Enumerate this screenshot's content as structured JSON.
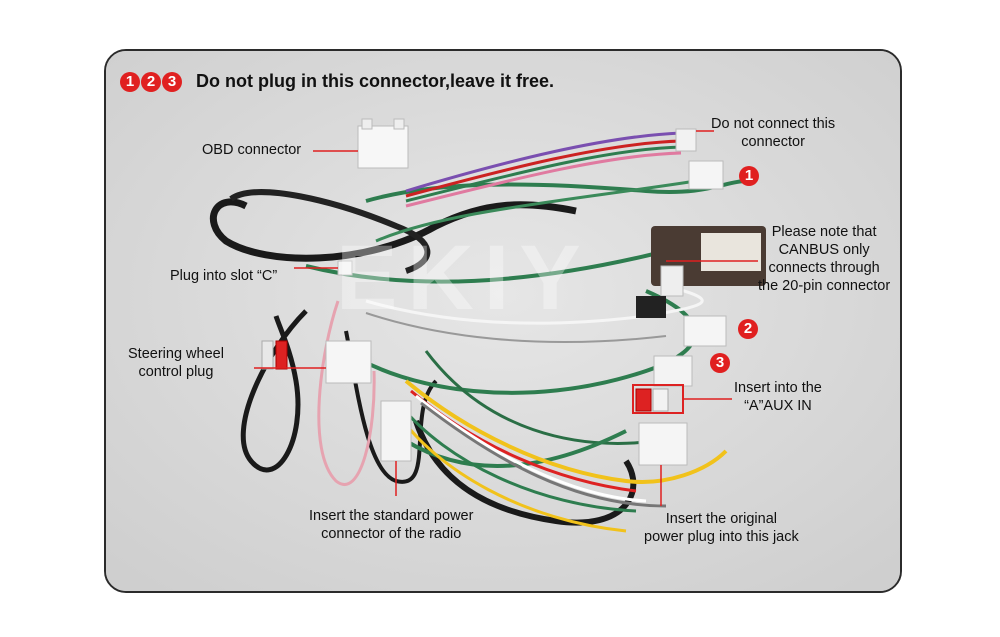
{
  "header": {
    "badges": [
      "1",
      "2",
      "3"
    ],
    "title": "Do not plug in this connector,leave it free."
  },
  "labels": {
    "obd": "OBD connector",
    "do_not_connect_line1": "Do not connect this",
    "do_not_connect_line2": "connector",
    "canbus_line1": "Please note that",
    "canbus_line2": "CANBUS only",
    "canbus_line3": "connects through",
    "canbus_line4": "the 20-pin connector",
    "slot_c": "Plug into slot “C”",
    "steering_line1": "Steering wheel",
    "steering_line2": "control plug",
    "aux_line1": "Insert into the",
    "aux_line2": "“A”AUX IN",
    "std_power_line1": "Insert the standard power",
    "std_power_line2": "connector of the radio",
    "orig_power_line1": "Insert the original",
    "orig_power_line2": "power plug into this jack"
  },
  "markers": {
    "one": "1",
    "two": "2",
    "three": "3"
  },
  "watermark": "EKIY",
  "colors": {
    "accent_red": "#e02020",
    "frame_border": "#2b2b2b",
    "background": "#dcdcdc"
  }
}
